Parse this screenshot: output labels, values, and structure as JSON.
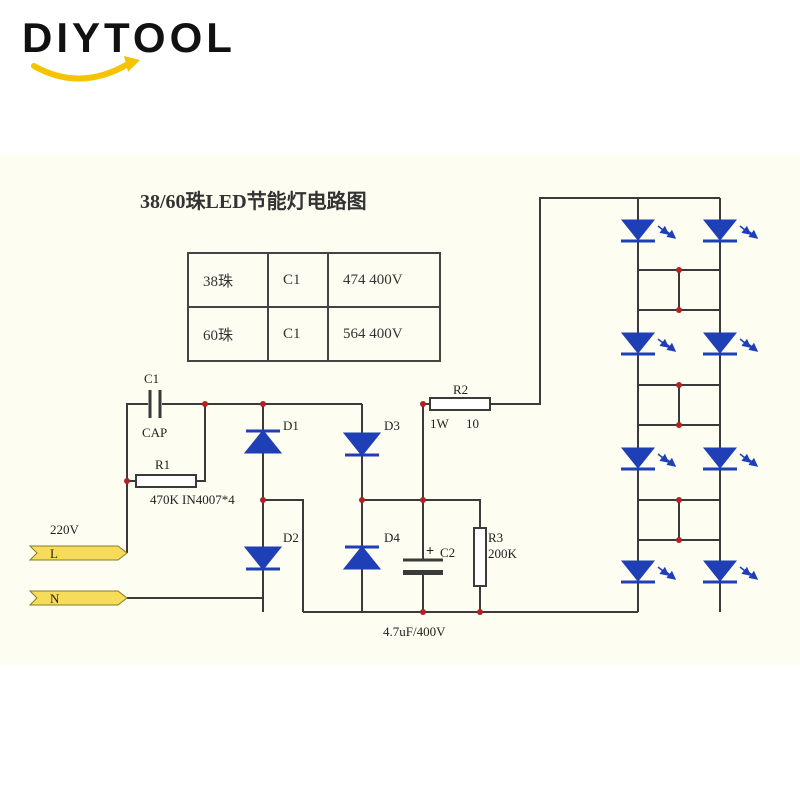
{
  "brand": {
    "name": "DIYTOOL",
    "accent": "#f5c400"
  },
  "diagram": {
    "title": "38/60珠LED节能灯电路图",
    "table": [
      {
        "beads": "38珠",
        "part": "C1",
        "value": "474 400V"
      },
      {
        "beads": "60珠",
        "part": "C1",
        "value": "564 400V"
      }
    ],
    "labels": {
      "c1": "C1",
      "cap": "CAP",
      "r1": "R1",
      "r1_value": "470K",
      "diode_model": "IN4007*4",
      "voltage": "220V",
      "l": "L",
      "n": "N",
      "d1": "D1",
      "d2": "D2",
      "d3": "D3",
      "d4": "D4",
      "r2": "R2",
      "r2_power": "1W",
      "r2_value": "10",
      "c2": "C2",
      "c2_value": "4.7uF/400V",
      "r3": "R3",
      "r3_value": "200K"
    },
    "colors": {
      "wire": "#3a3a3a",
      "diode": "#1e3fb5",
      "led": "#1e3fb5",
      "terminal": "#f6dc5a"
    }
  }
}
